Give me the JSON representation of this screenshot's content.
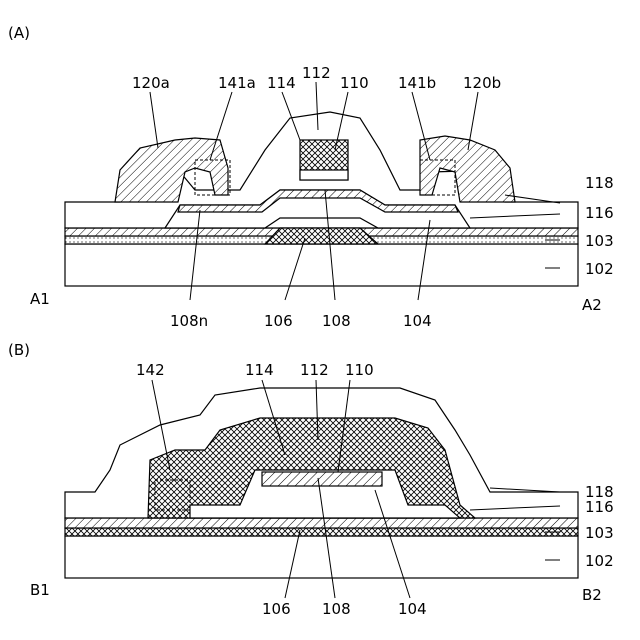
{
  "panels": [
    {
      "id": "A",
      "title": "(A)",
      "end_left": "A1",
      "end_right": "A2",
      "labels": {
        "l120a": "120a",
        "l141a": "141a",
        "l114": "114",
        "l112": "112",
        "l110": "110",
        "l141b": "141b",
        "l120b": "120b",
        "l118": "118",
        "l116": "116",
        "l103": "103",
        "l102": "102",
        "l108n": "108n",
        "l106": "106",
        "l108": "108",
        "l104": "104"
      }
    },
    {
      "id": "B",
      "title": "(B)",
      "end_left": "B1",
      "end_right": "B2",
      "labels": {
        "l142": "142",
        "l114": "114",
        "l112": "112",
        "l110": "110",
        "l118": "118",
        "l116": "116",
        "l103": "103",
        "l102": "102",
        "l106": "106",
        "l108": "108",
        "l104": "104"
      }
    }
  ]
}
